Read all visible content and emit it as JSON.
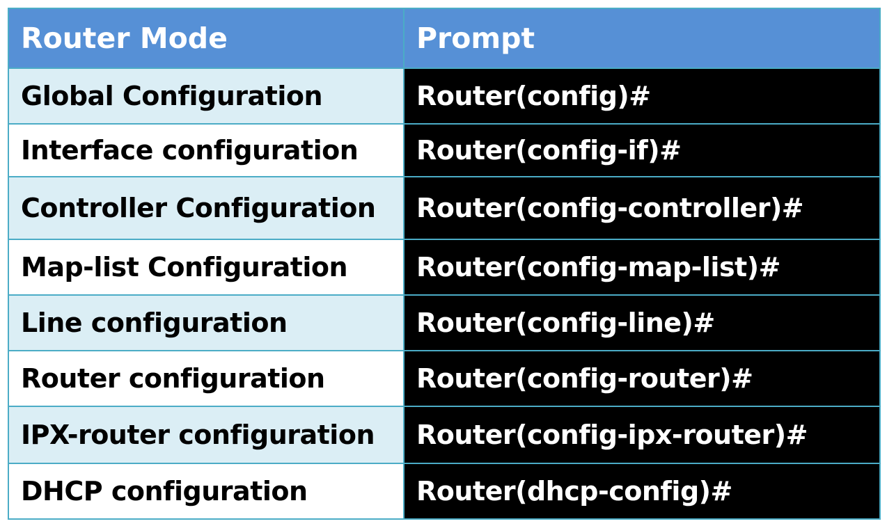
{
  "table": {
    "headers": [
      "Router Mode",
      "Prompt"
    ],
    "rows": [
      {
        "mode": "Global Configuration",
        "prompt": "Router(config)#"
      },
      {
        "mode": "Interface configuration",
        "prompt": "Router(config-if)#"
      },
      {
        "mode": "Controller Configuration",
        "prompt": "Router(config-controller)#"
      },
      {
        "mode": "Map-list Configuration",
        "prompt": "Router(config-map-list)#"
      },
      {
        "mode": "Line configuration",
        "prompt": "Router(config-line)#"
      },
      {
        "mode": "Router configuration",
        "prompt": "Router(config-router)#"
      },
      {
        "mode": "IPX-router configuration",
        "prompt": "Router(config-ipx-router)#"
      },
      {
        "mode": "DHCP configuration",
        "prompt": "Router(dhcp-config)#"
      }
    ]
  },
  "colors": {
    "header_bg": "#5690d6",
    "header_text": "#ffffff",
    "border": "#4bacc6",
    "band_light": "#dbeef5",
    "prompt_bg": "#000000",
    "prompt_text": "#ffffff"
  }
}
